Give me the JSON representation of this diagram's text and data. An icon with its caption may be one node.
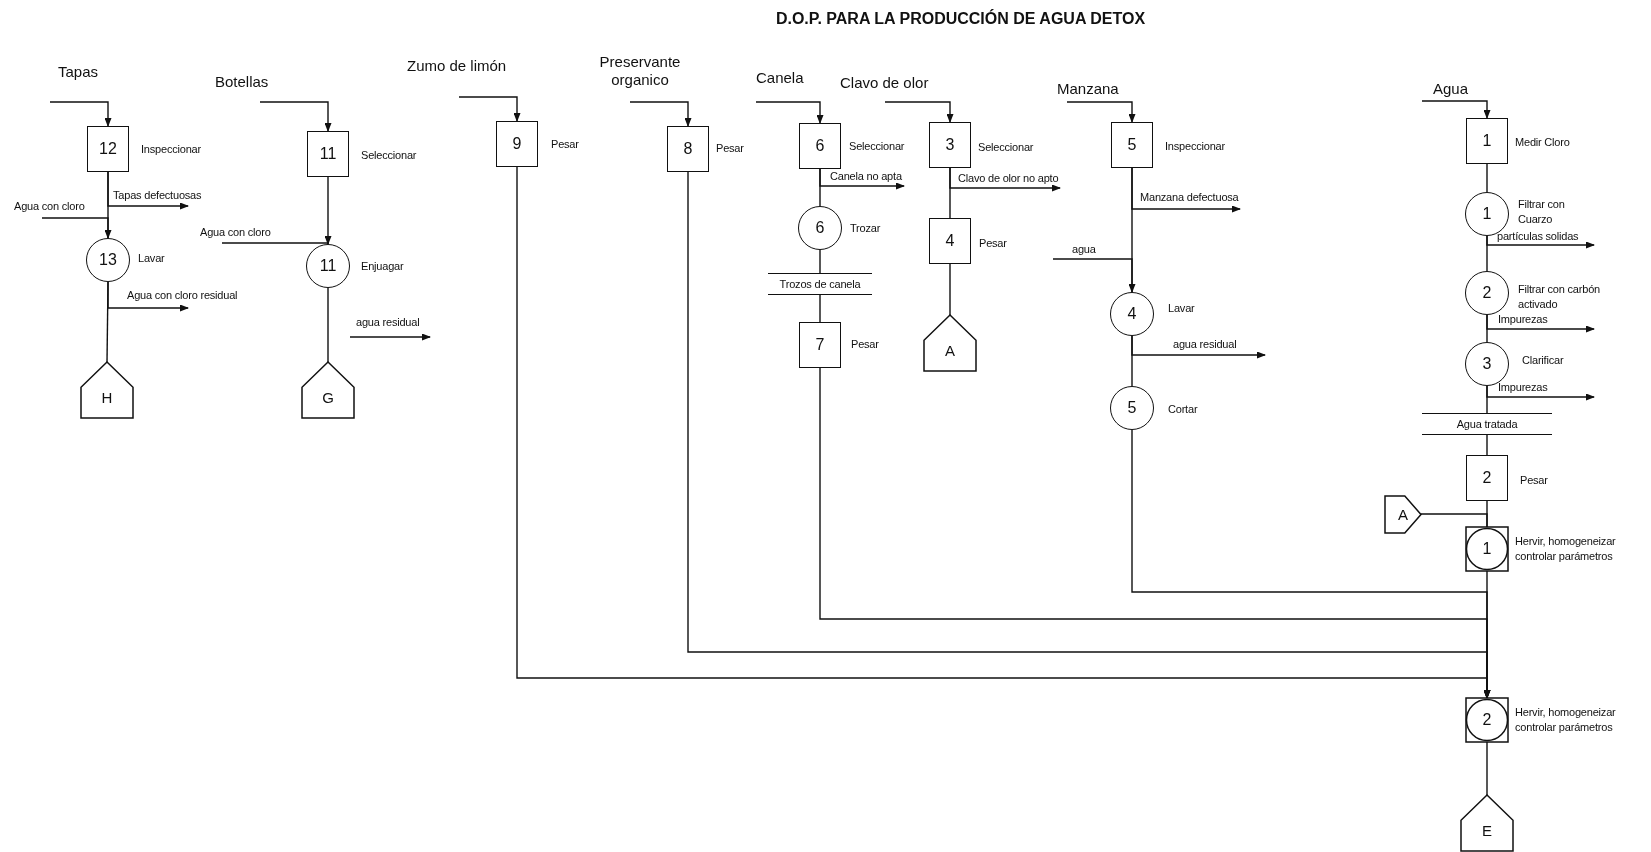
{
  "diagram": {
    "title": "D.O.P. PARA LA PRODUCCIÓN DE AGUA DETOX",
    "nodes": [
      {
        "text": [
          "12"
        ],
        "beside": [
          "Inspeccionar"
        ]
      },
      {
        "text": [
          "13"
        ],
        "beside": [
          "Lavar"
        ]
      },
      {
        "text": [
          "H"
        ]
      },
      {
        "text": [
          "11"
        ],
        "beside": [
          "Seleccionar"
        ]
      },
      {
        "text": [
          "11"
        ],
        "beside": [
          "Enjuagar"
        ]
      },
      {
        "text": [
          "G"
        ]
      },
      {
        "text": [
          "9"
        ],
        "beside": [
          "Pesar"
        ]
      },
      {
        "text": [
          "8"
        ],
        "beside": [
          "Pesar"
        ]
      },
      {
        "text": [
          "6"
        ],
        "beside": [
          "Seleccionar"
        ]
      },
      {
        "text": [
          "6"
        ],
        "beside": [
          "Trozar"
        ]
      },
      {
        "text": [
          "Trozos de canela"
        ]
      },
      {
        "text": [
          "7"
        ],
        "beside": [
          "Pesar"
        ]
      },
      {
        "text": [
          "3"
        ],
        "beside": [
          "Seleccionar"
        ]
      },
      {
        "text": [
          "4"
        ],
        "beside": [
          "Pesar"
        ]
      },
      {
        "text": [
          "A"
        ]
      },
      {
        "text": [
          "5"
        ],
        "beside": [
          "Inspeccionar"
        ]
      },
      {
        "text": [
          "4"
        ],
        "beside": [
          "Lavar"
        ]
      },
      {
        "text": [
          "5"
        ],
        "beside": [
          "Cortar"
        ]
      },
      {
        "text": [
          "1"
        ],
        "beside": [
          "Medir Cloro"
        ]
      },
      {
        "text": [
          "1"
        ],
        "beside": [
          "Filtrar con Cuarzo"
        ]
      },
      {
        "text": [
          "2"
        ],
        "beside": [
          "Filtrar con carbón activado"
        ]
      },
      {
        "text": [
          "3"
        ],
        "beside": [
          "Clarificar"
        ]
      },
      {
        "text": [
          "Agua tratada"
        ]
      },
      {
        "text": [
          "2"
        ],
        "beside": [
          "Pesar"
        ]
      },
      {
        "text": [
          "A"
        ]
      },
      {
        "text": [
          "1"
        ],
        "beside": [
          "Hervir, homogeneizar controlar parámetros"
        ]
      },
      {
        "text": [
          "2"
        ],
        "beside": [
          "Hervir, homogeneizar controlar parámetros"
        ]
      },
      {
        "text": [
          "E"
        ]
      }
    ],
    "edges": [
      {
        "from": null,
        "to": 0,
        "arrow": "to",
        "label": "Tapas"
      },
      {
        "from": 0,
        "to": null,
        "arrow": "to",
        "label": "Tapas defectuosas"
      },
      {
        "from": null,
        "to": 1,
        "arrow": "to",
        "label": "Agua con cloro"
      },
      {
        "from": 0,
        "to": 1,
        "arrow": "none"
      },
      {
        "from": 1,
        "to": null,
        "arrow": "to",
        "label": "Agua con cloro residual"
      },
      {
        "from": 1,
        "to": 2,
        "arrow": "none"
      },
      {
        "from": null,
        "to": 3,
        "arrow": "to",
        "label": "Botellas"
      },
      {
        "from": 3,
        "to": 4,
        "arrow": "none"
      },
      {
        "from": null,
        "to": 4,
        "arrow": "to",
        "label": "Agua con cloro"
      },
      {
        "from": 4,
        "to": 5,
        "arrow": "none"
      },
      {
        "from": null,
        "to": 6,
        "arrow": "to",
        "label": "Zumo de limón"
      },
      {
        "from": 6,
        "to": 26,
        "arrow": "to"
      },
      {
        "from": null,
        "to": 7,
        "arrow": "to",
        "label": "Preservante organico"
      },
      {
        "from": 7,
        "to": 26,
        "arrow": "to"
      },
      {
        "from": null,
        "to": 8,
        "arrow": "to",
        "label": "Canela"
      },
      {
        "from": 8,
        "to": null,
        "arrow": "to",
        "label": "Canela no apta"
      },
      {
        "from": 8,
        "to": 9,
        "arrow": "none"
      },
      {
        "from": 9,
        "to": 10,
        "arrow": "none"
      },
      {
        "from": 10,
        "to": 11,
        "arrow": "none"
      },
      {
        "from": 11,
        "to": 26,
        "arrow": "to"
      },
      {
        "from": null,
        "to": 12,
        "arrow": "to",
        "label": "Clavo de olor"
      },
      {
        "from": 12,
        "to": null,
        "arrow": "to",
        "label": "Clavo de olor no apto"
      },
      {
        "from": 12,
        "to": 13,
        "arrow": "none"
      },
      {
        "from": 13,
        "to": 14,
        "arrow": "none"
      },
      {
        "from": null,
        "to": 15,
        "arrow": "to",
        "label": "Manzana"
      },
      {
        "from": 15,
        "to": null,
        "arrow": "to",
        "label": "Manzana defectuosa"
      },
      {
        "from": null,
        "to": 16,
        "arrow": "to",
        "label": "agua"
      },
      {
        "from": 15,
        "to": 16,
        "arrow": "none"
      },
      {
        "from": 16,
        "to": null,
        "arrow": "to",
        "label": "agua residual"
      },
      {
        "from": 16,
        "to": 17,
        "arrow": "none"
      },
      {
        "from": 17,
        "to": 26,
        "arrow": "to"
      },
      {
        "from": null,
        "to": 18,
        "arrow": "to",
        "label": "Agua"
      },
      {
        "from": 18,
        "to": 19,
        "arrow": "none"
      },
      {
        "from": 19,
        "to": null,
        "arrow": "to",
        "label": "partículas solidas"
      },
      {
        "from": 19,
        "to": 20,
        "arrow": "none"
      },
      {
        "from": 20,
        "to": null,
        "arrow": "to",
        "label": "Impurezas"
      },
      {
        "from": 20,
        "to": 21,
        "arrow": "none"
      },
      {
        "from": 21,
        "to": null,
        "arrow": "to",
        "label": "Impurezas"
      },
      {
        "from": 21,
        "to": 22,
        "arrow": "none"
      },
      {
        "from": 22,
        "to": 23,
        "arrow": "none"
      },
      {
        "from": 23,
        "to": 25,
        "arrow": "none"
      },
      {
        "from": 24,
        "to": 25,
        "arrow": "none"
      },
      {
        "from": 25,
        "to": 26,
        "arrow": "none"
      },
      {
        "from": 26,
        "to": 27,
        "arrow": "none"
      }
    ],
    "labels": [
      "agua residual"
    ]
  }
}
